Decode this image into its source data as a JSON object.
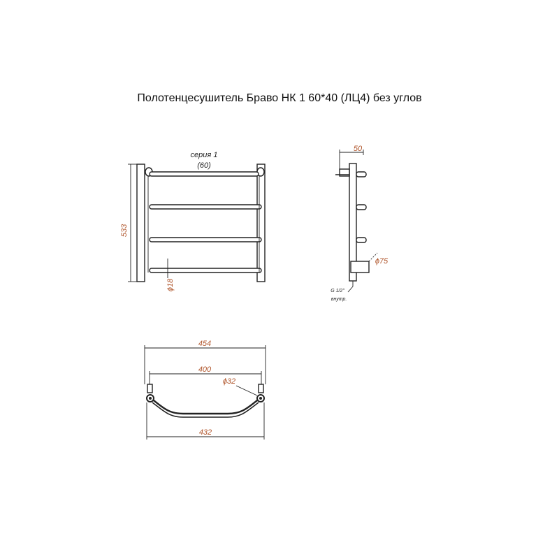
{
  "title": "Полотенцесушитель Браво НК 1 60*40 (ЛЦ4) без углов",
  "front_view": {
    "series_label": "серия 1",
    "series_value": "(60)",
    "height_dim": "533",
    "pipe_diameter": "ϕ18"
  },
  "side_view": {
    "depth_dim": "50",
    "fitting_diameter": "ϕ75",
    "thread_label": "G 1/2\"",
    "thread_note": "внутр."
  },
  "top_view": {
    "width_dim": "454",
    "center_distance": "400",
    "connection_diameter": "ϕ32",
    "bottom_width": "432"
  },
  "colors": {
    "dimension": "#b0562c",
    "lines": "#222222"
  }
}
